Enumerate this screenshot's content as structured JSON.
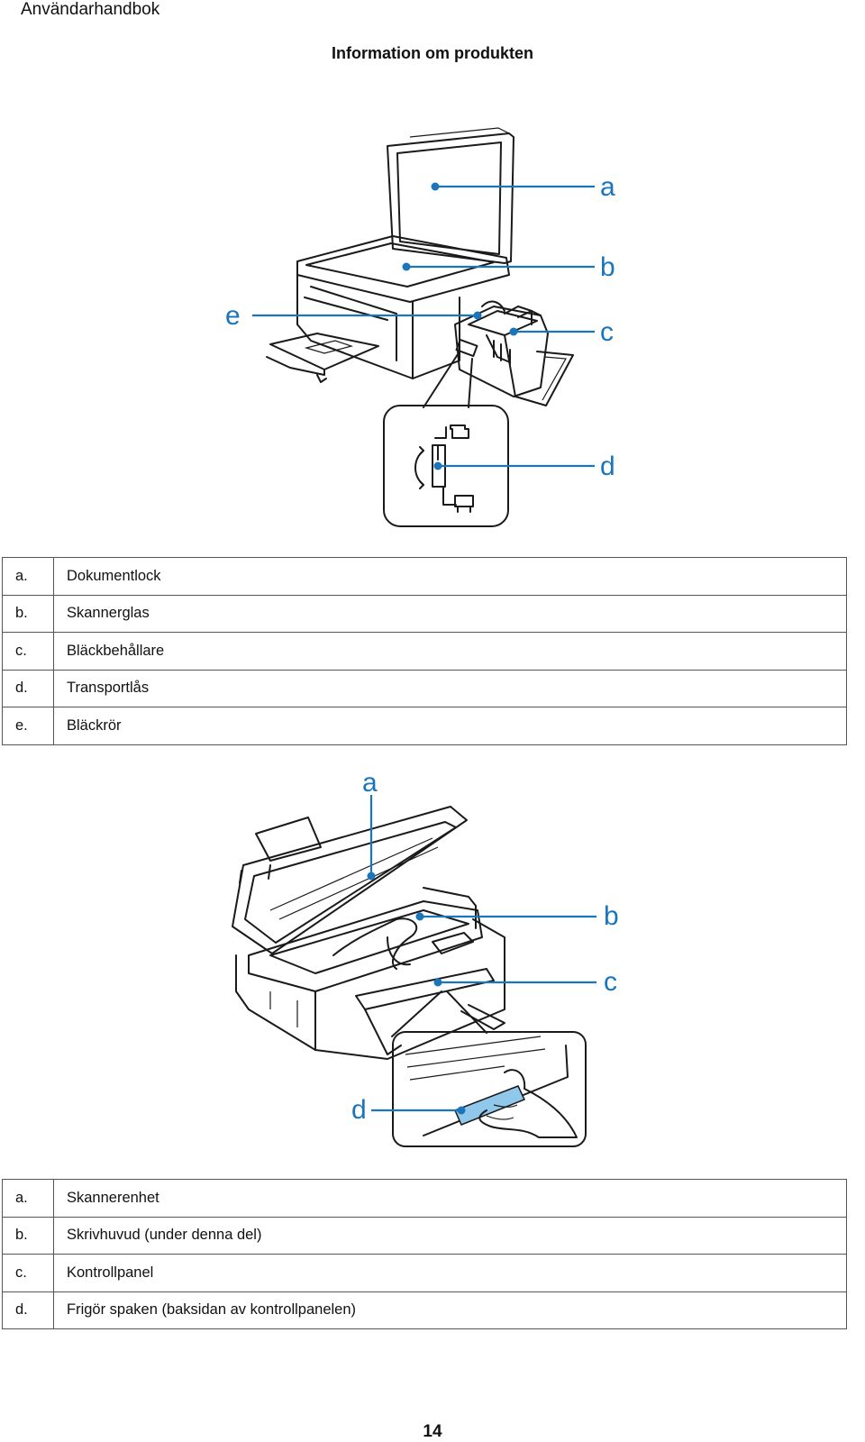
{
  "header": {
    "title": "Användarhandbok"
  },
  "section": {
    "title": "Information om produkten"
  },
  "figure1": {
    "labels": [
      "a",
      "b",
      "c",
      "e",
      "d"
    ],
    "colors": {
      "callout": "#1b75bb"
    }
  },
  "table1": {
    "rows": [
      {
        "key": "a.",
        "text": "Dokumentlock"
      },
      {
        "key": "b.",
        "text": "Skannerglas"
      },
      {
        "key": "c.",
        "text": "Bläckbehållare"
      },
      {
        "key": "d.",
        "text": "Transportlås"
      },
      {
        "key": "e.",
        "text": "Bläckrör"
      }
    ]
  },
  "figure2": {
    "labels": [
      "a",
      "b",
      "c",
      "d"
    ]
  },
  "table2": {
    "rows": [
      {
        "key": "a.",
        "text": "Skannerenhet"
      },
      {
        "key": "b.",
        "text": "Skrivhuvud (under denna del)"
      },
      {
        "key": "c.",
        "text": "Kontrollpanel"
      },
      {
        "key": "d.",
        "text": "Frigör spaken (baksidan av kontrollpanelen)"
      }
    ]
  },
  "footer": {
    "page_number": "14"
  }
}
